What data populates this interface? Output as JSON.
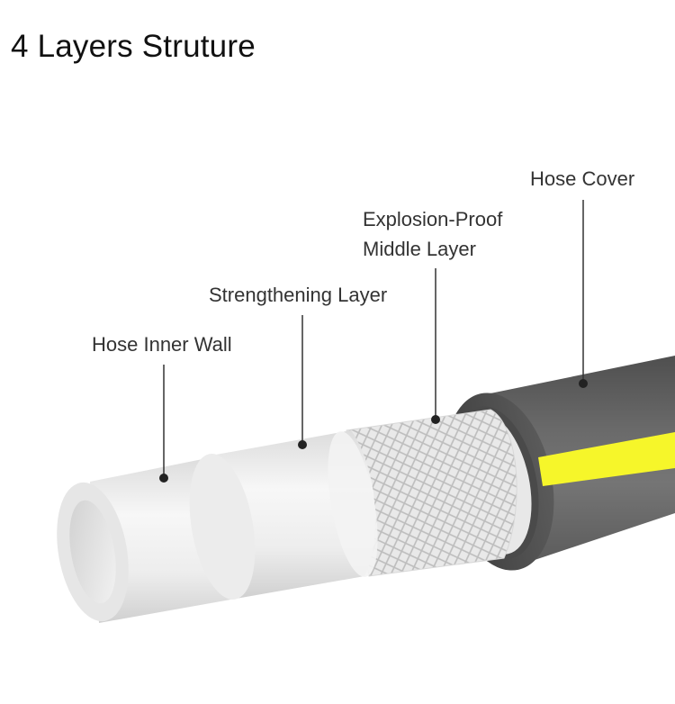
{
  "title": "4 Layers Struture",
  "labels": {
    "hose_cover": "Hose Cover",
    "explosion_proof_line1": "Explosion-Proof",
    "explosion_proof_line2": "Middle Layer",
    "strengthening": "Strengthening Layer",
    "inner_wall": "Hose Inner Wall"
  },
  "colors": {
    "cover": "#6e6e6e",
    "stripe": "#f6f62a",
    "inner": "#f2f2f2",
    "leader": "#333333"
  }
}
